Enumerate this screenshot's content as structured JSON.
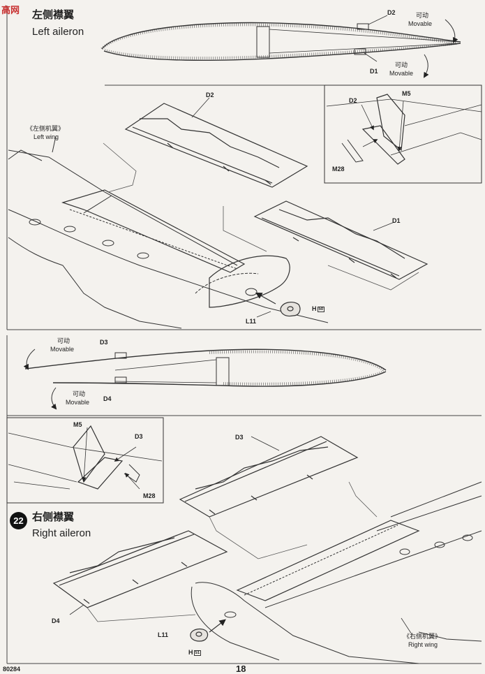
{
  "watermark": "高网",
  "page_code": "80284",
  "page_number": "18",
  "step_left": {
    "title_cn": "左侧襟翼",
    "title_en": "Left aileron",
    "labels": {
      "d2": "D2",
      "d1": "D1",
      "movable_cn": "可动",
      "movable_en": "Movable",
      "left_wing_cn": "《左侧机翼》",
      "left_wing_en": "Left wing",
      "m5": "M5",
      "m28": "M28",
      "l11": "L11",
      "h": "H",
      "h_num": "50"
    }
  },
  "step_right": {
    "number": "22",
    "title_cn": "右侧襟翼",
    "title_en": "Right aileron",
    "labels": {
      "d3": "D3",
      "d4": "D4",
      "movable_cn": "可动",
      "movable_en": "Movable",
      "right_wing_cn": "《右侧机翼》",
      "right_wing_en": "Right wing",
      "m5": "M5",
      "m28": "M28",
      "l11": "L11",
      "h": "H",
      "h_num": "51"
    }
  }
}
